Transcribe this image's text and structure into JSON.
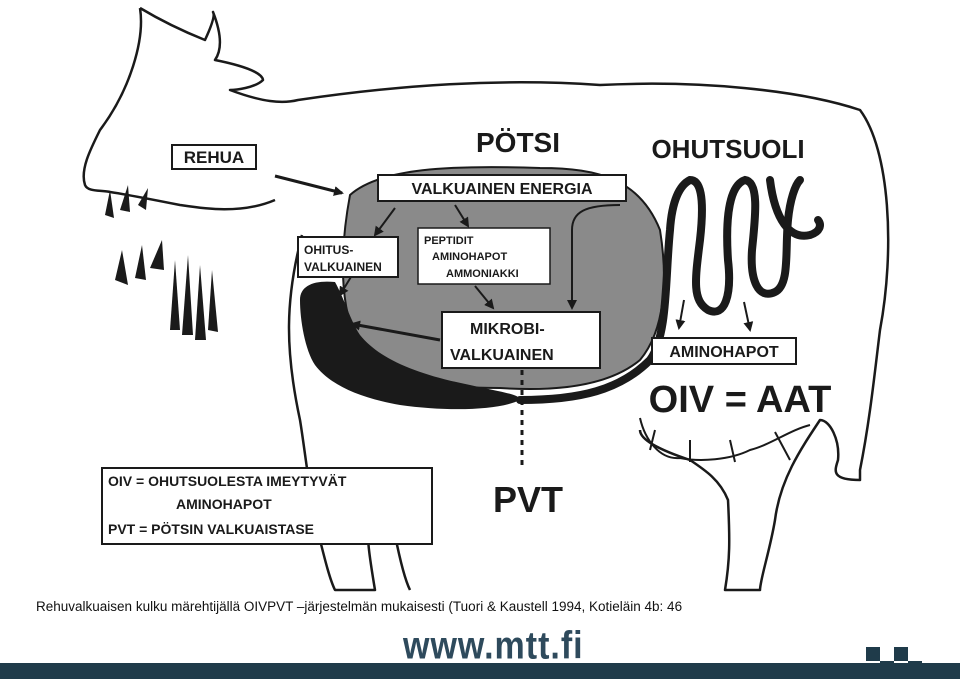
{
  "diagram": {
    "labels": {
      "rehua": "REHUA",
      "potsi": "PÖTSI",
      "ohutsuoli": "OHUTSUOLI",
      "valkuainen_energia": "VALKUAINEN ENERGIA",
      "ohitus_line1": "OHITUS-",
      "ohitus_line2": "VALKUAINEN",
      "peptidit": "PEPTIDIT",
      "aminohapot_small": "AMINOHAPOT",
      "ammoniakki": "AMMONIAKKI",
      "mikrobi_line1": "MIKROBI-",
      "mikrobi_line2": "VALKUAINEN",
      "aminohapot": "AMINOHAPOT",
      "oiv_aat": "OIV = AAT",
      "pvt": "PVT"
    },
    "legend": {
      "line1": "OIV = OHUTSUOLESTA IMEYTYVÄT",
      "line2": "AMINOHAPOT",
      "line3": "PVT = PÖTSIN VALKUAISTASE"
    }
  },
  "caption": "Rehuvalkuaisen kulku märehtijällä OIVPVT –järjestelmän mukaisesti (Tuori & Kaustell 1994, Kotieläin 4b: 46",
  "logo": "www.mtt.fi",
  "colors": {
    "ink": "#1a1a1a",
    "rumen_fill": "#8a8a8a",
    "brand": "#1f3b4a",
    "logo": "#2e4a5c"
  }
}
